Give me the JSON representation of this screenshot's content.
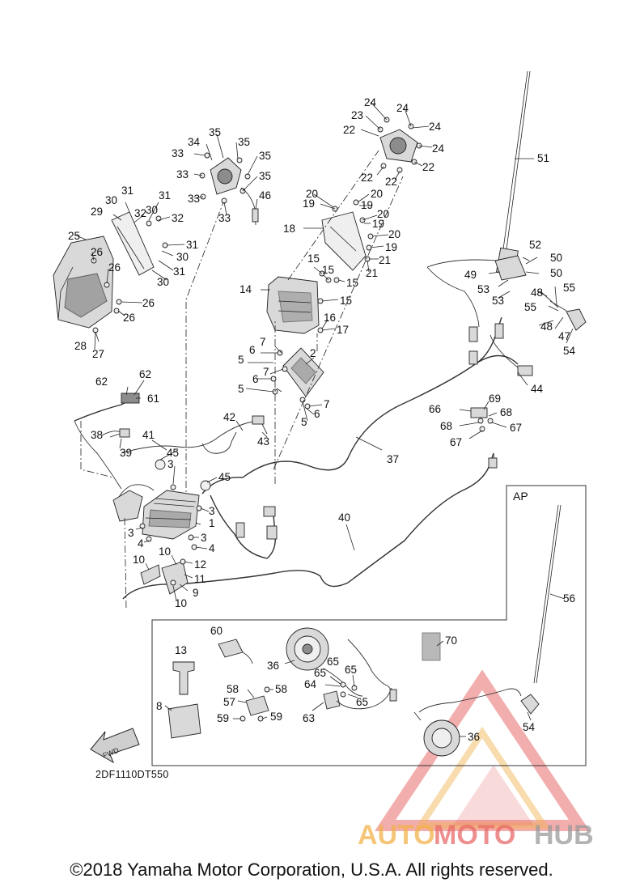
{
  "diagram_code": "2DF1110DT550",
  "section_label": "AP",
  "fwd_label": "FWD",
  "copyright": "©2018 Yamaha Motor Corporation, U.S.A. All rights reserved.",
  "watermark": {
    "part1": "AUTO",
    "part2": "MOTO",
    "part3": "HUB",
    "color_orange": "#f2b24c",
    "color_red": "#e86a6a",
    "color_gray": "#9a9a9a"
  },
  "callouts": {
    "n1": "1",
    "n2": "2",
    "n3": "3",
    "n4": "4",
    "n5": "5",
    "n6": "6",
    "n7": "7",
    "n8": "8",
    "n9": "9",
    "n10": "10",
    "n11": "11",
    "n12": "12",
    "n13": "13",
    "n14": "14",
    "n15": "15",
    "n16": "16",
    "n17": "17",
    "n18": "18",
    "n19": "19",
    "n20": "20",
    "n21": "21",
    "n22": "22",
    "n23": "23",
    "n24": "24",
    "n25": "25",
    "n26": "26",
    "n27": "27",
    "n28": "28",
    "n29": "29",
    "n30": "30",
    "n31": "31",
    "n32": "32",
    "n33": "33",
    "n34": "34",
    "n35": "35",
    "n36": "36",
    "n37": "37",
    "n38": "38",
    "n39": "39",
    "n40": "40",
    "n41": "41",
    "n42": "42",
    "n43": "43",
    "n44": "44",
    "n45": "45",
    "n46": "46",
    "n47": "47",
    "n48": "48",
    "n49": "49",
    "n50": "50",
    "n51": "51",
    "n52": "52",
    "n53": "53",
    "n54": "54",
    "n55": "55",
    "n56": "56",
    "n57": "57",
    "n58": "58",
    "n59": "59",
    "n60": "60",
    "n61": "61",
    "n62": "62",
    "n63": "63",
    "n64": "64",
    "n65": "65",
    "n66": "66",
    "n67": "67",
    "n68": "68",
    "n69": "69",
    "n70": "70"
  }
}
